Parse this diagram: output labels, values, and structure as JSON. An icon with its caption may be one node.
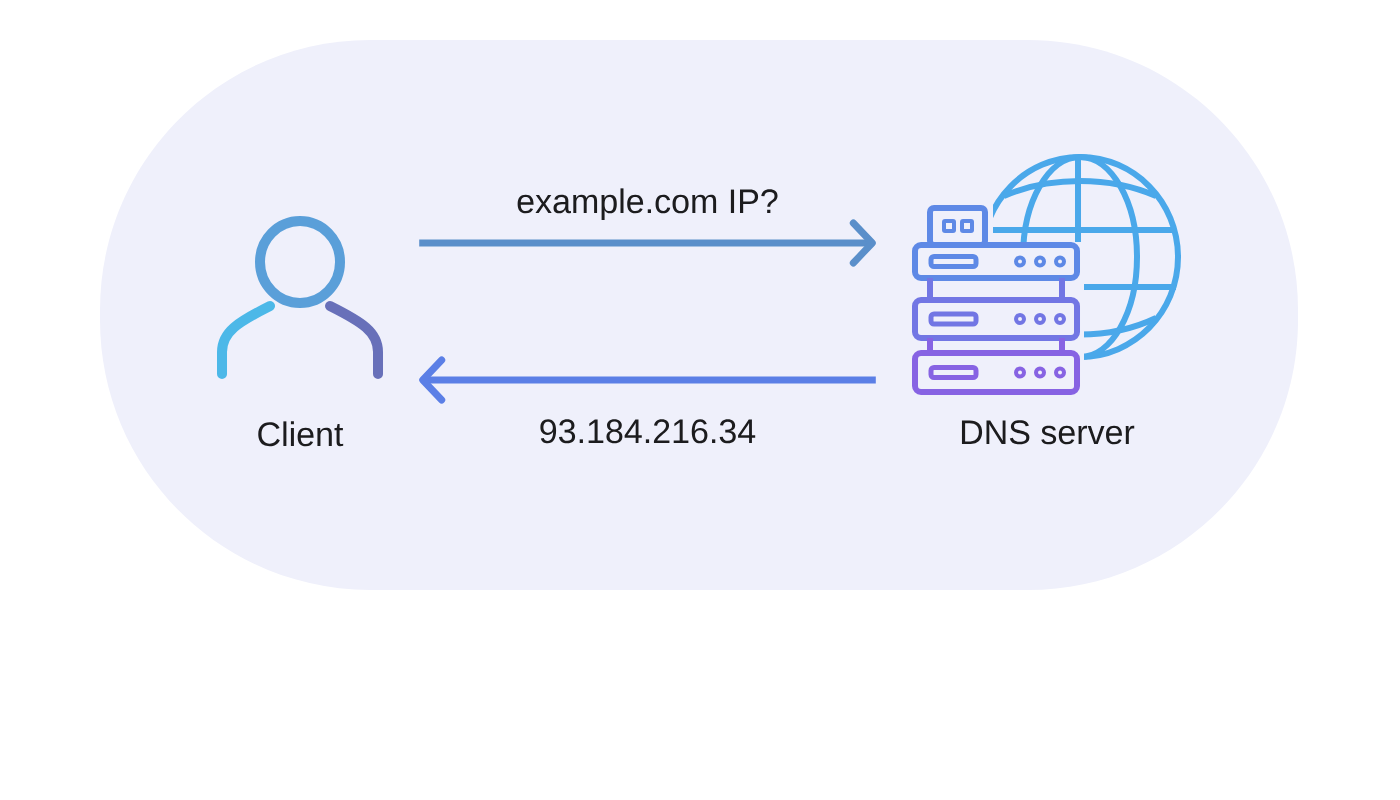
{
  "diagram": {
    "nodes": [
      {
        "text": [
          "Client"
        ]
      },
      {
        "text": [
          "DNS server"
        ]
      }
    ],
    "edges": [
      {
        "from": 0,
        "to": 1,
        "arrow": "to",
        "label": "example.com IP?"
      },
      {
        "from": 1,
        "to": 0,
        "arrow": "to",
        "label": "93.184.216.34",
        "color": "#5b7fe6"
      }
    ]
  }
}
